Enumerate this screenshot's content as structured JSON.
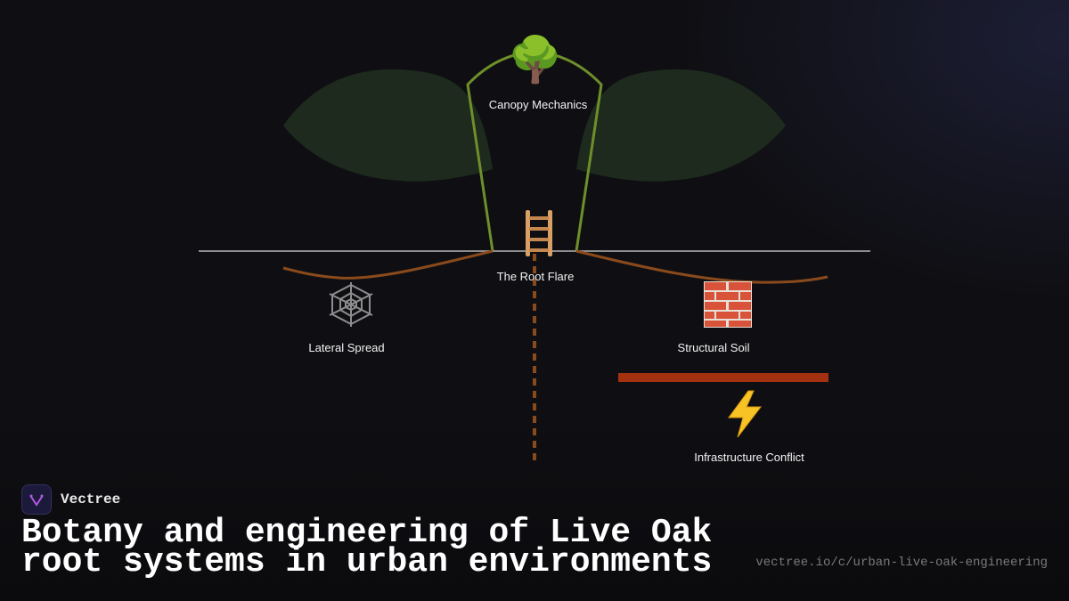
{
  "diagram": {
    "nodes": {
      "canopy": {
        "label": "Canopy Mechanics",
        "icon": "tree-icon",
        "glyph": "🌳"
      },
      "root_flare": {
        "label": "The Root Flare",
        "icon": "ladder-icon",
        "glyph": "🪜"
      },
      "lateral": {
        "label": "Lateral Spread",
        "icon": "spider-web-icon",
        "glyph": "🕸"
      },
      "soil": {
        "label": "Structural Soil",
        "icon": "brick-icon",
        "glyph": "🧱"
      },
      "conflict": {
        "label": "Infrastructure Conflict",
        "icon": "lightning-icon",
        "glyph": "⚡"
      }
    },
    "colors": {
      "canopy_fill": "#1d2a1d",
      "trunk": "#6e8f2a",
      "root": "#8a4a1c",
      "ground": "#8c8c8c",
      "pavement": "#a3300f"
    }
  },
  "brand": {
    "name": "Vectree",
    "logo_icon": "vectree-logo-icon"
  },
  "title": "Botany and engineering of Live Oak root systems in urban environments",
  "url": "vectree.io/c/urban-live-oak-engineering"
}
